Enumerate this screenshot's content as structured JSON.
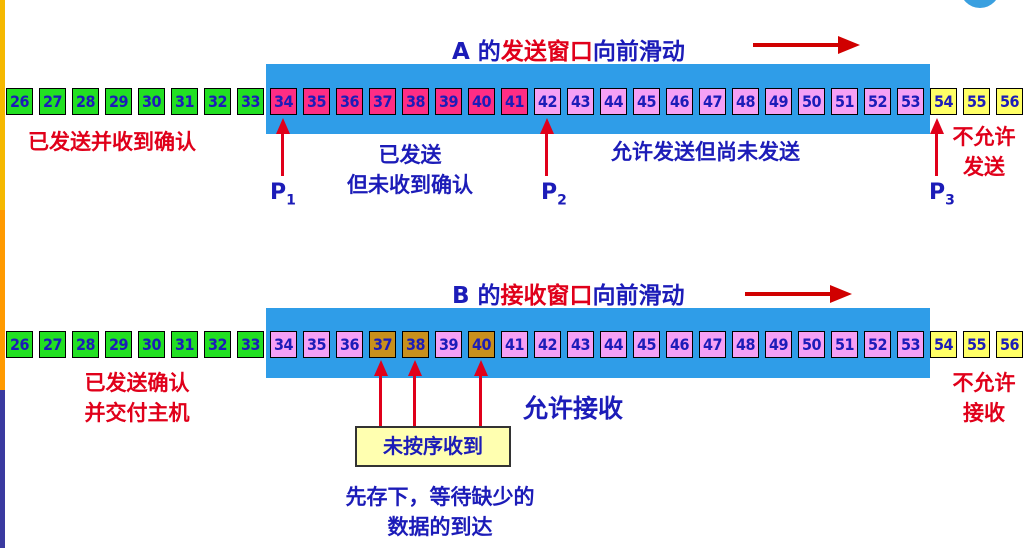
{
  "colors": {
    "window": "#2f9de8",
    "acked": "#22e022",
    "sent_unacked": "#ff2d84",
    "allowed": "#f5a0f5",
    "not_allowed": "#ffff66",
    "out_of_order": "#c8901c",
    "accent_red": "#e0001a",
    "text_blue": "#1c1cb8"
  },
  "sender": {
    "title_prefix": "A 的",
    "title_highlight": "发送窗口",
    "title_suffix": "向前滑动",
    "cells": [
      {
        "n": "26",
        "state": "green"
      },
      {
        "n": "27",
        "state": "green"
      },
      {
        "n": "28",
        "state": "green"
      },
      {
        "n": "29",
        "state": "green"
      },
      {
        "n": "30",
        "state": "green"
      },
      {
        "n": "31",
        "state": "green"
      },
      {
        "n": "32",
        "state": "green"
      },
      {
        "n": "33",
        "state": "green"
      },
      {
        "n": "34",
        "state": "magenta"
      },
      {
        "n": "35",
        "state": "magenta"
      },
      {
        "n": "36",
        "state": "magenta"
      },
      {
        "n": "37",
        "state": "magenta"
      },
      {
        "n": "38",
        "state": "magenta"
      },
      {
        "n": "39",
        "state": "magenta"
      },
      {
        "n": "40",
        "state": "magenta"
      },
      {
        "n": "41",
        "state": "magenta"
      },
      {
        "n": "42",
        "state": "pink"
      },
      {
        "n": "43",
        "state": "pink"
      },
      {
        "n": "44",
        "state": "pink"
      },
      {
        "n": "45",
        "state": "pink"
      },
      {
        "n": "46",
        "state": "pink"
      },
      {
        "n": "47",
        "state": "pink"
      },
      {
        "n": "48",
        "state": "pink"
      },
      {
        "n": "49",
        "state": "pink"
      },
      {
        "n": "50",
        "state": "pink"
      },
      {
        "n": "51",
        "state": "pink"
      },
      {
        "n": "52",
        "state": "pink"
      },
      {
        "n": "53",
        "state": "pink"
      },
      {
        "n": "54",
        "state": "yellow"
      },
      {
        "n": "55",
        "state": "yellow"
      },
      {
        "n": "56",
        "state": "yellow"
      }
    ],
    "label_acked": "已发送并收到确认",
    "label_sent_line1": "已发送",
    "label_sent_line2": "但未收到确认",
    "label_allowed": "允许发送但尚未发送",
    "label_not_allowed_line1": "不允许",
    "label_not_allowed_line2": "发送",
    "p1": {
      "letter": "P",
      "sub": "1"
    },
    "p2": {
      "letter": "P",
      "sub": "2"
    },
    "p3": {
      "letter": "P",
      "sub": "3"
    }
  },
  "receiver": {
    "title_prefix": "B 的",
    "title_highlight": "接收窗口",
    "title_suffix": "向前滑动",
    "cells": [
      {
        "n": "26",
        "state": "green"
      },
      {
        "n": "27",
        "state": "green"
      },
      {
        "n": "28",
        "state": "green"
      },
      {
        "n": "29",
        "state": "green"
      },
      {
        "n": "30",
        "state": "green"
      },
      {
        "n": "31",
        "state": "green"
      },
      {
        "n": "32",
        "state": "green"
      },
      {
        "n": "33",
        "state": "green"
      },
      {
        "n": "34",
        "state": "pink"
      },
      {
        "n": "35",
        "state": "pink"
      },
      {
        "n": "36",
        "state": "pink"
      },
      {
        "n": "37",
        "state": "brown"
      },
      {
        "n": "38",
        "state": "brown"
      },
      {
        "n": "39",
        "state": "pink"
      },
      {
        "n": "40",
        "state": "brown"
      },
      {
        "n": "41",
        "state": "pink"
      },
      {
        "n": "42",
        "state": "pink"
      },
      {
        "n": "43",
        "state": "pink"
      },
      {
        "n": "44",
        "state": "pink"
      },
      {
        "n": "45",
        "state": "pink"
      },
      {
        "n": "46",
        "state": "pink"
      },
      {
        "n": "47",
        "state": "pink"
      },
      {
        "n": "48",
        "state": "pink"
      },
      {
        "n": "49",
        "state": "pink"
      },
      {
        "n": "50",
        "state": "pink"
      },
      {
        "n": "51",
        "state": "pink"
      },
      {
        "n": "52",
        "state": "pink"
      },
      {
        "n": "53",
        "state": "pink"
      },
      {
        "n": "54",
        "state": "yellow"
      },
      {
        "n": "55",
        "state": "yellow"
      },
      {
        "n": "56",
        "state": "yellow"
      }
    ],
    "label_acked_line1": "已发送确认",
    "label_acked_line2": "并交付主机",
    "label_allowed": "允许接收",
    "label_not_allowed_line1": "不允许",
    "label_not_allowed_line2": "接收",
    "note_box": "未按序收到",
    "note_line1": "先存下，等待缺少的",
    "note_line2": "数据的到达"
  }
}
